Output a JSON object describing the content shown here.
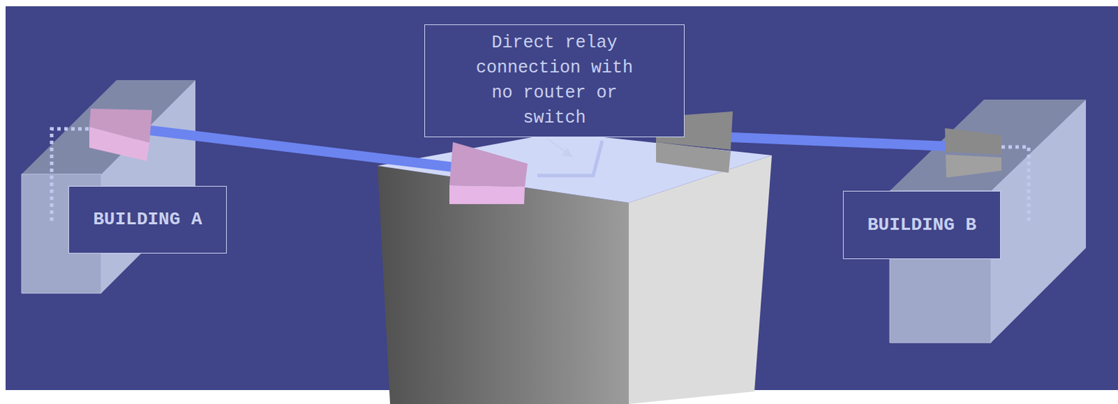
{
  "diagram": {
    "nodes": [
      {
        "text": [
          "BUILDING A"
        ]
      },
      {
        "text": [
          "Direct relay connection with no router or switch"
        ]
      },
      {
        "text": [
          "BUILDING B"
        ]
      }
    ]
  }
}
